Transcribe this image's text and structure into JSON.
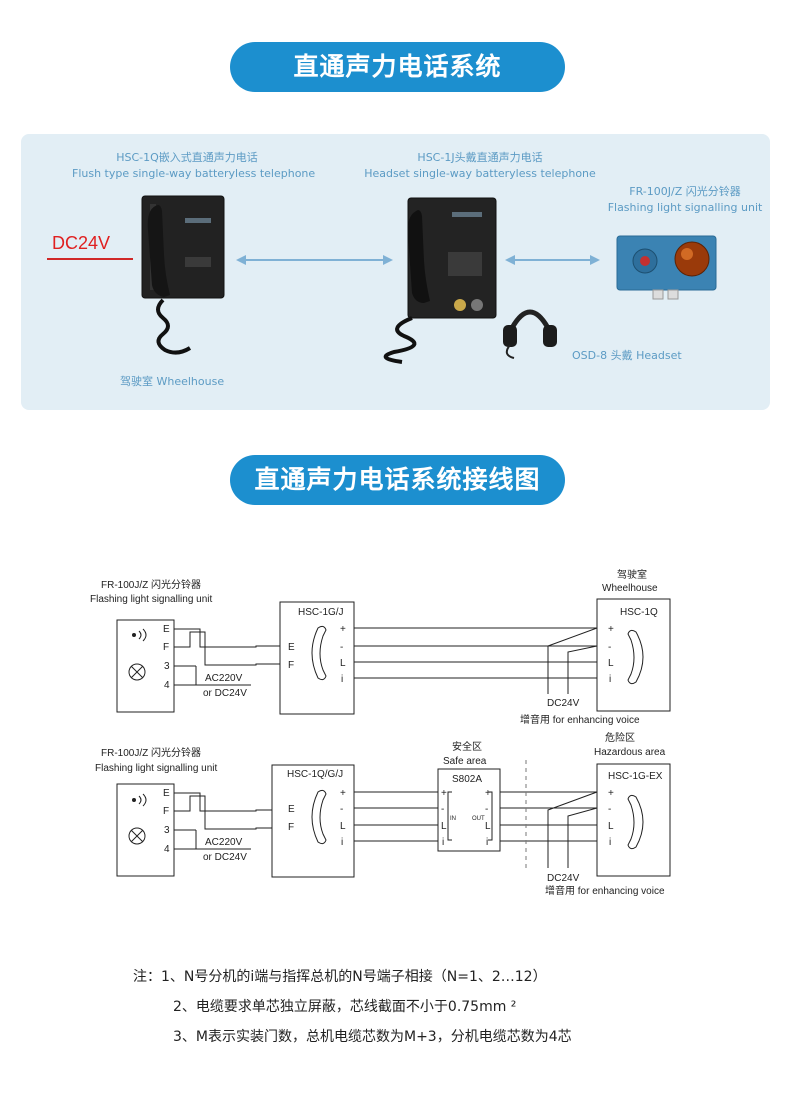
{
  "section1": {
    "title": "直通声力电话系统",
    "phone1_cn": "HSC-1Q嵌入式直通声力电话",
    "phone1_en": "Flush type single-way batteryless telephone",
    "phone2_cn": "HSC-1J头戴直通声力电话",
    "phone2_en": "Headset single-way batteryless telephone",
    "unit_cn": "FR-100J/Z 闪光分铃器",
    "unit_en": "Flashing light signalling unit",
    "dc_label": "DC24V",
    "headset_label": "OSD-8 头戴 Headset",
    "wheelhouse_label": "驾驶室 Wheelhouse"
  },
  "section2": {
    "title": "直通声力电话系统接线图"
  },
  "diagram1": {
    "unit_cn": "FR-100J/Z 闪光分铃器",
    "unit_en": "Flashing light signalling unit",
    "terminals_left": [
      "E",
      "F",
      "3",
      "4"
    ],
    "power": "AC220V",
    "power2": "or DC24V",
    "middle_box": "HSC-1G/J",
    "middle_terminals": [
      "+",
      "-",
      "L",
      "i"
    ],
    "middle_ef": [
      "E",
      "F"
    ],
    "right_zone_cn": "驾驶室",
    "right_zone_en": "Wheelhouse",
    "right_box": "HSC-1Q",
    "right_terminals": [
      "+",
      "-",
      "L",
      "i"
    ],
    "dc": "DC24V",
    "enhance": "增音用 for enhancing voice"
  },
  "diagram2": {
    "unit_cn": "FR-100J/Z 闪光分铃器",
    "unit_en": "Flashing light signalling unit",
    "terminals_left": [
      "E",
      "F",
      "3",
      "4"
    ],
    "power": "AC220V",
    "power2": "or DC24V",
    "middle_box": "HSC-1Q/G/J",
    "middle_terminals": [
      "+",
      "-",
      "L",
      "i"
    ],
    "middle_ef": [
      "E",
      "F"
    ],
    "safe_cn": "安全区",
    "safe_en": "Safe area",
    "barrier": "S802A",
    "barrier_in": "IN",
    "barrier_out": "OUT",
    "barrier_terminals": [
      "+",
      "-",
      "L",
      "i"
    ],
    "hazard_cn": "危险区",
    "hazard_en": "Hazardous area",
    "right_box": "HSC-1G-EX",
    "right_terminals": [
      "+",
      "-",
      "L",
      "i"
    ],
    "dc": "DC24V",
    "enhance": "增音用 for enhancing voice"
  },
  "notes": {
    "line1": "注：1、N号分机的i端与指挥总机的N号端子相接（N=1、2…12）",
    "line2": "2、电缆要求单芯独立屏蔽，芯线截面不小于0.75mm ²",
    "line3": "3、M表示实装门数，总机电缆芯数为M+3，分机电缆芯数为4芯"
  }
}
